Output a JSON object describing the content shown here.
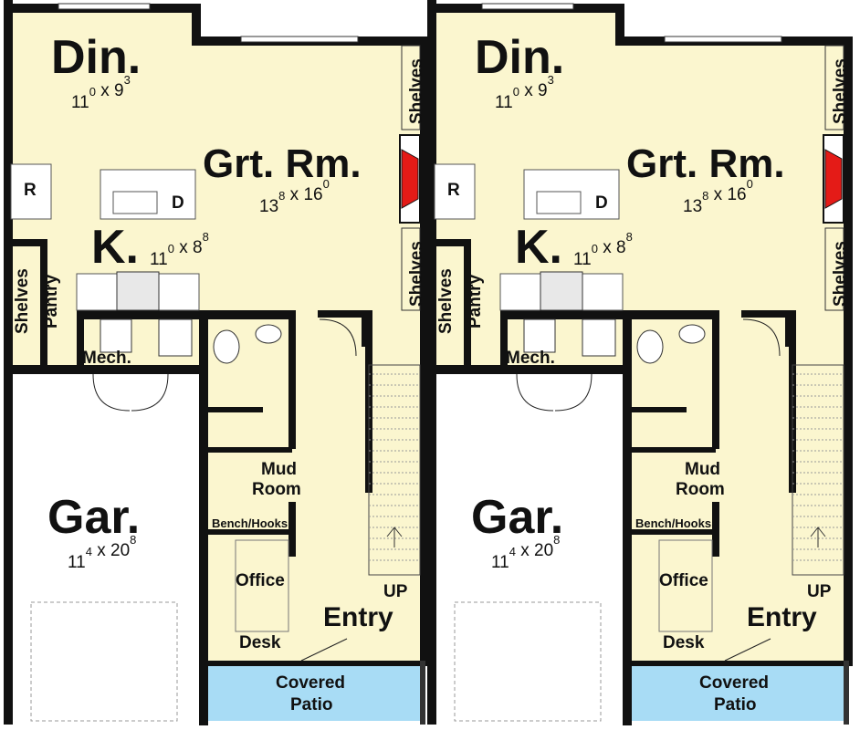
{
  "units": [
    {
      "rooms": {
        "dining": {
          "name": "Din.",
          "w_ft": "11",
          "w_in": "0",
          "d_ft": "9",
          "d_in": "3"
        },
        "great_room": {
          "name": "Grt. Rm.",
          "w_ft": "13",
          "w_in": "8",
          "d_ft": "16",
          "d_in": "0"
        },
        "kitchen": {
          "name": "K.",
          "w_ft": "11",
          "w_in": "0",
          "d_ft": "8",
          "d_in": "8"
        },
        "garage": {
          "name": "Gar.",
          "w_ft": "11",
          "w_in": "4",
          "d_ft": "20",
          "d_in": "8"
        },
        "refrigerator": "R",
        "dishwasher": "D",
        "pantry": "Pantry",
        "pantry_shelves": "Shelves",
        "mech": "Mech.",
        "mud_room_1": "Mud",
        "mud_room_2": "Room",
        "bench": "Bench/Hooks",
        "office": "Office",
        "desk": "Desk",
        "entry": "Entry",
        "stairs_up": "UP",
        "patio_1": "Covered",
        "patio_2": "Patio",
        "shelves_upper": "Shelves",
        "shelves_lower": "Shelves"
      }
    },
    {
      "rooms": {
        "dining": {
          "name": "Din.",
          "w_ft": "11",
          "w_in": "0",
          "d_ft": "9",
          "d_in": "3"
        },
        "great_room": {
          "name": "Grt. Rm.",
          "w_ft": "13",
          "w_in": "8",
          "d_ft": "16",
          "d_in": "0"
        },
        "kitchen": {
          "name": "K.",
          "w_ft": "11",
          "w_in": "0",
          "d_ft": "8",
          "d_in": "8"
        },
        "garage": {
          "name": "Gar.",
          "w_ft": "11",
          "w_in": "4",
          "d_ft": "20",
          "d_in": "8"
        },
        "refrigerator": "R",
        "dishwasher": "D",
        "pantry": "Pantry",
        "pantry_shelves": "Shelves",
        "mech": "Mech.",
        "mud_room_1": "Mud",
        "mud_room_2": "Room",
        "bench": "Bench/Hooks",
        "office": "Office",
        "desk": "Desk",
        "entry": "Entry",
        "stairs_up": "UP",
        "patio_1": "Covered",
        "patio_2": "Patio",
        "shelves_upper": "Shelves",
        "shelves_lower": "Shelves"
      }
    }
  ],
  "colors": {
    "floor": "#fbf6cf",
    "garage": "#ffffff",
    "patio": "#a8dcf5",
    "fireplace": "#e41b17",
    "wall": "#111111"
  }
}
